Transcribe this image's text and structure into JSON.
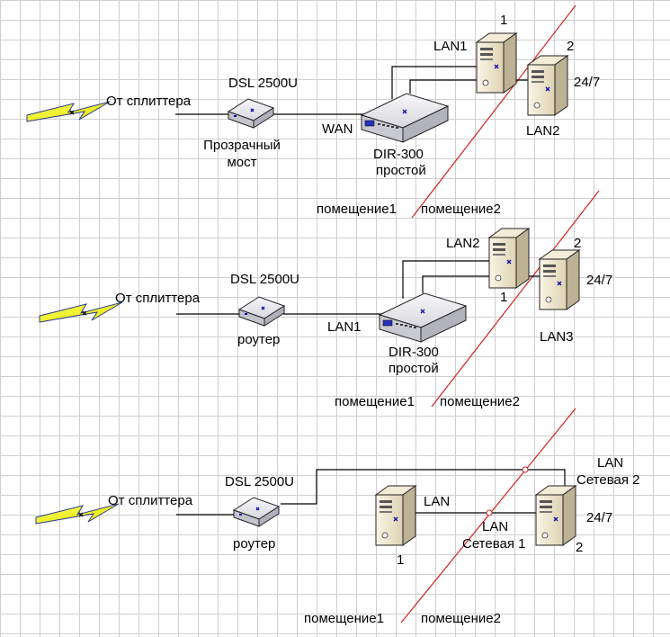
{
  "diagram": {
    "panel1": {
      "splitter": "От сплиттера",
      "modem": "DSL 2500U",
      "modem_mode_line1": "Прозрачный",
      "modem_mode_line2": "мост",
      "wan": "WAN",
      "router_line1": "DIR-300",
      "router_line2": "простой",
      "lan1": "LAN1",
      "lan2": "LAN2",
      "pc1_num": "1",
      "pc2_num": "2",
      "pc2_mode": "24/7",
      "room1": "помещение1",
      "room2": "помещение2"
    },
    "panel2": {
      "splitter": "От сплиттера",
      "modem": "DSL 2500U",
      "modem_mode": "роутер",
      "lan1": "LAN1",
      "router_line1": "DIR-300",
      "router_line2": "простой",
      "lan2": "LAN2",
      "lan3": "LAN3",
      "pc1_num": "1",
      "pc2_num": "2",
      "pc2_mode": "24/7",
      "room1": "помещение1",
      "room2": "помещение2"
    },
    "panel3": {
      "splitter": "От сплиттера",
      "modem": "DSL 2500U",
      "modem_mode": "роутер",
      "pc1_lan": "LAN",
      "lan_card1_a": "LAN",
      "lan_card1_b": "Сетевая 1",
      "lan_card2_a": "LAN",
      "lan_card2_b": "Сетевая 2",
      "pc1_num": "1",
      "pc2_num": "2",
      "pc2_mode": "24/7",
      "room1": "помещение1",
      "room2": "помещение2"
    },
    "colors": {
      "lightning": "#f2f20a",
      "wire": "#000000",
      "room_divider": "#d62020",
      "device": "#e8e8ec",
      "pc": "#ece4cc",
      "connector": "#1010b0"
    }
  }
}
